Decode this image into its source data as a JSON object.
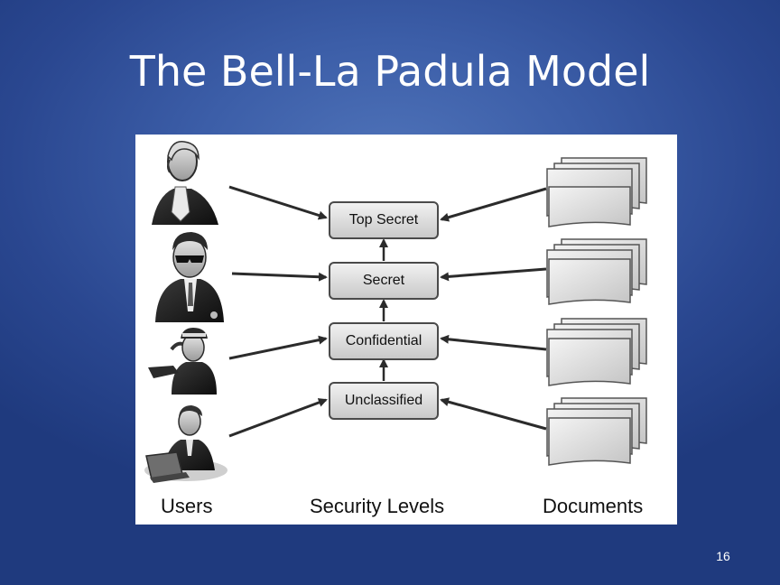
{
  "slide": {
    "title": "The Bell-La Padula Model",
    "page_number": "16"
  },
  "diagram": {
    "columns": {
      "users": "Users",
      "levels": "Security Levels",
      "documents": "Documents"
    },
    "levels": [
      {
        "label": "Top Secret"
      },
      {
        "label": "Secret"
      },
      {
        "label": "Confidential"
      },
      {
        "label": "Unclassified"
      }
    ],
    "users": [
      {
        "icon": "statesman-portrait-icon"
      },
      {
        "icon": "agent-in-sunglasses-icon"
      },
      {
        "icon": "saluting-officer-icon"
      },
      {
        "icon": "laptop-user-icon"
      }
    ],
    "documents": [
      {
        "icon": "document-stack-icon"
      },
      {
        "icon": "document-stack-icon"
      },
      {
        "icon": "document-stack-icon"
      },
      {
        "icon": "document-stack-icon"
      }
    ]
  }
}
